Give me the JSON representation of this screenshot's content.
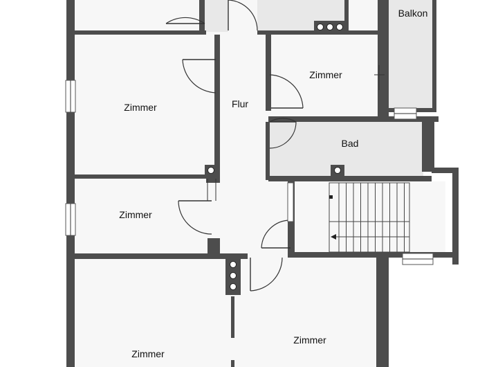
{
  "rooms": {
    "balkon": "Balkon",
    "zimmer_top_right": "Zimmer",
    "zimmer_left_upper": "Zimmer",
    "flur": "Flur",
    "bad": "Bad",
    "zimmer_left_middle": "Zimmer",
    "zimmer_bottom_left": "Zimmer",
    "zimmer_bottom_right": "Zimmer"
  },
  "colors": {
    "wall": "#4d4d4d",
    "floor": "#f7f7f7",
    "wet_floor": "#e8e8e8"
  }
}
